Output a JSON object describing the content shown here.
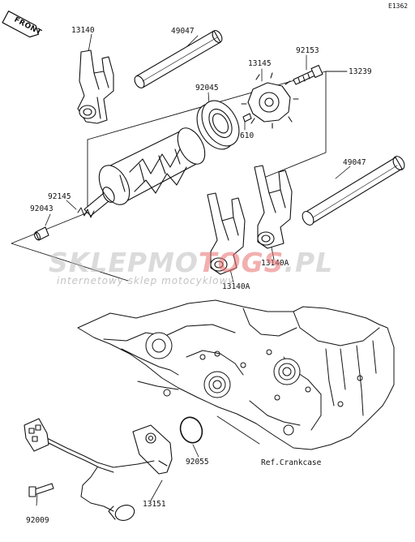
{
  "diagram_code": "E1362",
  "front_label": "FRONT",
  "watermark": {
    "brand_part1": "SKLEPMO",
    "brand_part2": "TO",
    "brand_part3": "GS",
    "brand_part4": ".PL",
    "tagline": "internetowy sklep motocyklowy"
  },
  "parts": {
    "p13140": "13140",
    "p49047_top": "49047",
    "p13145": "13145",
    "p92153": "92153",
    "p13239": "13239",
    "p92045": "92045",
    "p610": "610",
    "p92145": "92145",
    "p92043": "92043",
    "p49047_right": "49047",
    "p13140A_right": "13140A",
    "p13140A_bottom": "13140A",
    "p92055": "92055",
    "p13151": "13151",
    "p92009": "92009"
  },
  "ref_label": "Ref.Crankcase"
}
